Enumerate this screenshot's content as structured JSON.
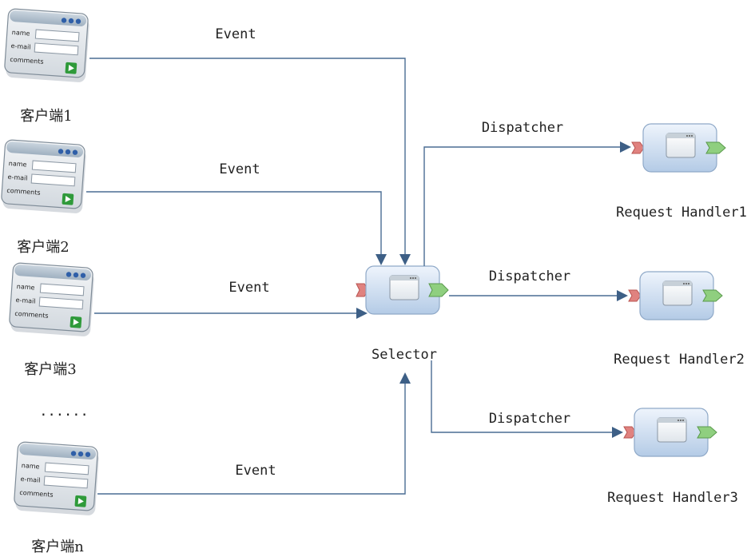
{
  "clients": [
    {
      "label": "客户端1",
      "form": {
        "field1": "name",
        "field2": "e-mail",
        "field3": "comments"
      }
    },
    {
      "label": "客户端2",
      "form": {
        "field1": "name",
        "field2": "e-mail",
        "field3": "comments"
      }
    },
    {
      "label": "客户端3",
      "form": {
        "field1": "name",
        "field2": "e-mail",
        "field3": "comments"
      }
    },
    {
      "label": "客户端n",
      "form": {
        "field1": "name",
        "field2": "e-mail",
        "field3": "comments"
      }
    }
  ],
  "ellipsis": "......",
  "events": [
    "Event",
    "Event",
    "Event",
    "Event"
  ],
  "selector": {
    "label": "Selector"
  },
  "dispatchers": [
    "Dispatcher",
    "Dispatcher",
    "Dispatcher"
  ],
  "handlers": [
    {
      "label": "Request Handler1"
    },
    {
      "label": "Request Handler2"
    },
    {
      "label": "Request Handler3"
    }
  ],
  "colors": {
    "line": "#4a6d93",
    "node_fill_top": "#e9f1fb",
    "node_fill_bottom": "#b9cfe8",
    "input_port": "#e0827f",
    "output_port": "#8fcf7f",
    "play_button": "#2f9a3a"
  }
}
